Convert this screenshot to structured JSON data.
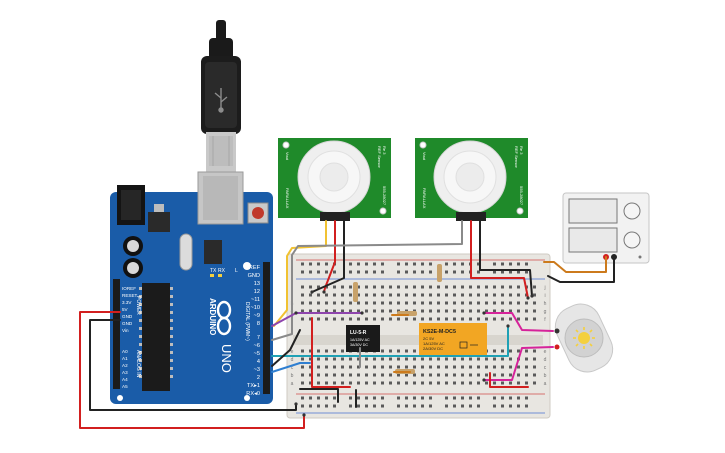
{
  "arduino": {
    "brand": "ARDUINO",
    "model": "UNO",
    "power_header": "POWER",
    "analog_header": "ANALOG IN",
    "digital_header": "DIGITAL (PWM~)",
    "left_pins": [
      "IOREF",
      "RESET",
      "3.3V",
      "5V",
      "GND",
      "GND",
      "Vin"
    ],
    "analog_pins": [
      "A0",
      "A1",
      "A2",
      "A3",
      "A4",
      "A5"
    ],
    "digital_pins": [
      "AREF",
      "GND",
      "13",
      "12",
      "~11",
      "~10",
      "~9",
      "8",
      "7",
      "~6",
      "~5",
      "4",
      "~3",
      "2",
      "TX▸1",
      "RX◂0"
    ],
    "led_labels": [
      "TX",
      "RX"
    ],
    "l_label": "L"
  },
  "pir_sensors": [
    {
      "top_label": "REF Sensor",
      "top_sub": "Re 3",
      "left_label": "Vout",
      "right_label": "555-28027",
      "bottom_label": "PARALLAX"
    },
    {
      "top_label": "REF Sensor",
      "top_sub": "Re 3",
      "left_label": "Vout",
      "right_label": "555-28027",
      "bottom_label": "PARALLAX"
    }
  ],
  "relay_small": {
    "title": "LU-5-R",
    "line1": "1A/125V AC",
    "line2": "3A/30V DC"
  },
  "relay_large": {
    "title": "KS2E-M-DC5",
    "line1": "2C 5V",
    "line2": "1A/125V AC",
    "line3": "2A/30V DC"
  },
  "breadboard": {
    "row_letters_top": [
      "j",
      "i",
      "h",
      "g",
      "f"
    ],
    "row_letters_bottom": [
      "e",
      "d",
      "c",
      "b",
      "a"
    ]
  },
  "colors": {
    "arduino_blue": "#1a5ca8",
    "pir_green": "#1f8a2a",
    "relay_yellow": "#f2a623",
    "wire_red": "#d21f1f",
    "wire_black": "#222222",
    "wire_yellow": "#f1c232",
    "wire_purple": "#8e44ad",
    "wire_magenta": "#d6239a",
    "wire_teal": "#1fa1b5",
    "wire_gray": "#8a8a8a",
    "wire_orange": "#cc7a1c"
  }
}
